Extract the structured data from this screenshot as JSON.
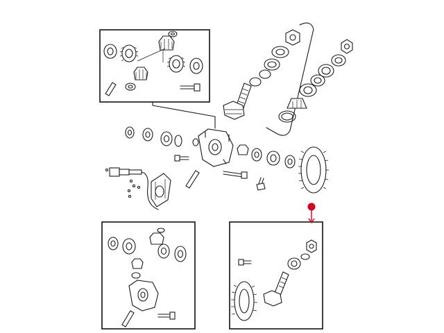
{
  "diagram": {
    "kind": "exploded-parts-diagram",
    "subject": "differential-assembly",
    "inset_boxes": [
      "spider-gear-set-detail",
      "case-assembly-detail",
      "ring-and-pinion-detail"
    ],
    "callout": {
      "icon": "location-pin-icon",
      "color": "#d9001b"
    },
    "line_color": "#1a1a1a",
    "background": "#ffffff"
  }
}
